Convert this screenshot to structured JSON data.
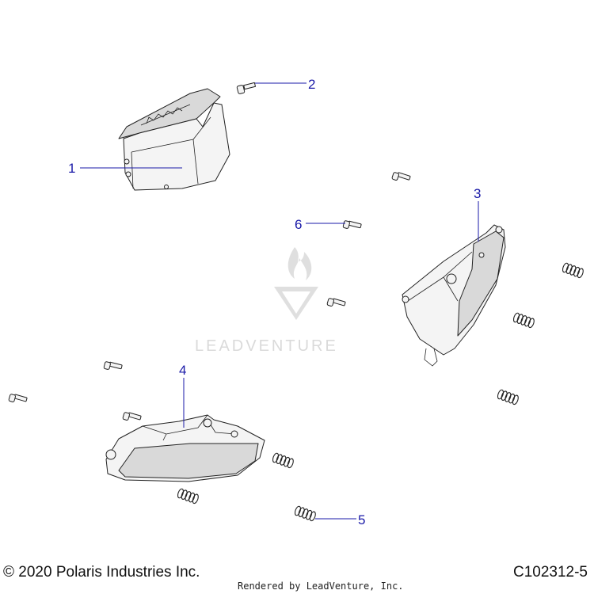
{
  "callouts": [
    {
      "id": "1",
      "label": "1"
    },
    {
      "id": "2",
      "label": "2"
    },
    {
      "id": "3",
      "label": "3"
    },
    {
      "id": "4",
      "label": "4"
    },
    {
      "id": "5",
      "label": "5"
    },
    {
      "id": "6",
      "label": "6"
    }
  ],
  "watermark": {
    "text": "LEADVENTURE"
  },
  "footer": {
    "copyright": "© 2020 Polaris Industries Inc.",
    "rendered_by": "Rendered by LeadVenture, Inc.",
    "diagram_code": "C102312-5"
  },
  "colors": {
    "callout": "#1a1aa8",
    "linework": "#222222",
    "watermark": "#d6d6d6"
  }
}
